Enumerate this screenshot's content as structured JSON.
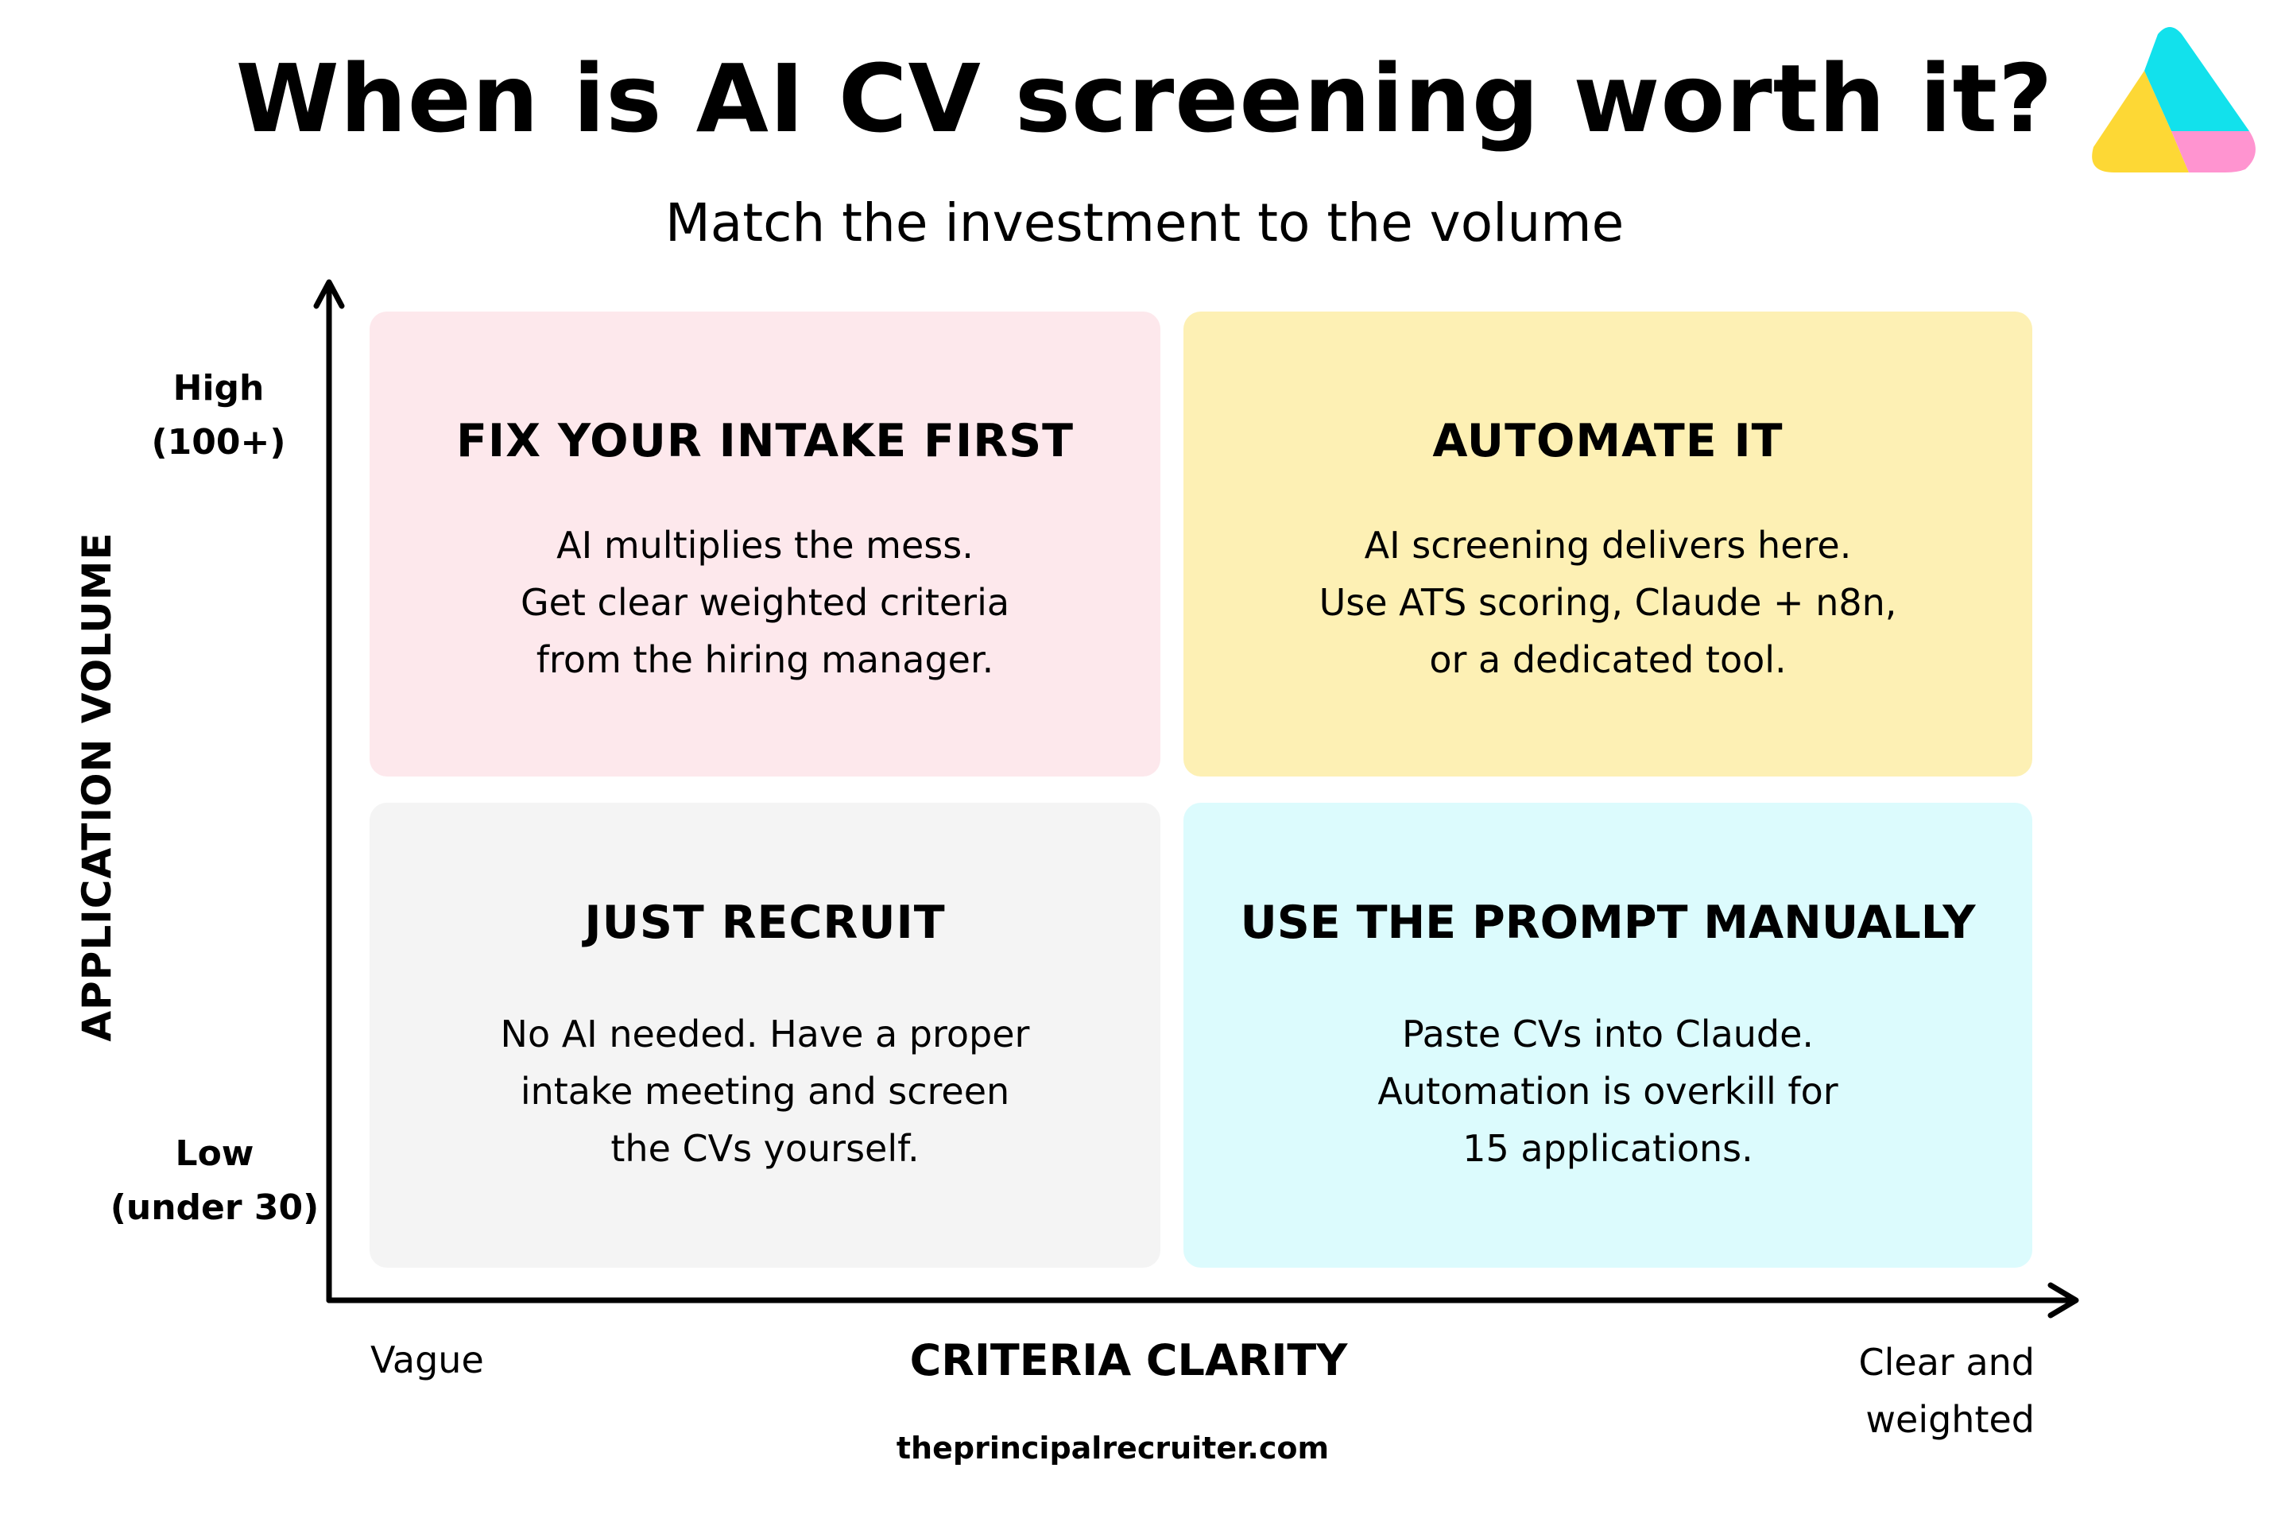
{
  "title": "When is AI CV screening worth it?",
  "subtitle": "Match the investment to the volume",
  "y_axis": {
    "title": "APPLICATION VOLUME",
    "high": [
      "High",
      "(100+)"
    ],
    "low": [
      "Low",
      "(under 30)"
    ]
  },
  "x_axis": {
    "title": "CRITERIA CLARITY",
    "low": "Vague",
    "high": [
      "Clear and",
      "weighted"
    ]
  },
  "quadrants": {
    "top_left": {
      "heading": "FIX YOUR INTAKE FIRST",
      "lines": [
        "AI multiplies the mess.",
        "Get clear weighted criteria",
        "from the hiring manager."
      ]
    },
    "top_right": {
      "heading": "AUTOMATE IT",
      "lines": [
        "AI screening delivers here.",
        "Use ATS scoring, Claude + n8n,",
        "or a dedicated tool."
      ]
    },
    "bottom_left": {
      "heading": "JUST RECRUIT",
      "lines": [
        "No AI needed. Have a proper",
        "intake meeting and screen",
        "the CVs yourself."
      ]
    },
    "bottom_right": {
      "heading": "USE THE PROMPT MANUALLY",
      "lines": [
        "Paste CVs into Claude.",
        "Automation is overkill for",
        "15 applications."
      ]
    }
  },
  "footer": "theprincipalrecruiter.com",
  "colors": {
    "top_left": "#fde8ec",
    "top_right": "#fdf0b4",
    "bottom_left": "#f4f4f4",
    "bottom_right": "#dcfbfd",
    "logo_cyan": "#12e1ec",
    "logo_yellow": "#fdd835",
    "logo_pink": "#ff94d0"
  },
  "icons": {
    "logo": "triangle-logo-icon"
  }
}
